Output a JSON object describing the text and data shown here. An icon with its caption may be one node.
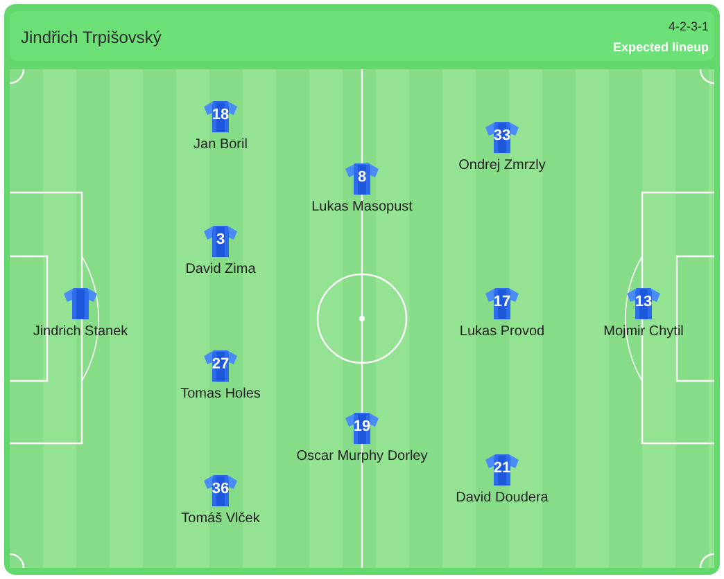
{
  "diagram": {
    "nodes": [
      {
        "text": [],
        "shape": "shirt",
        "beside": [
          "Jindrich Stanek"
        ]
      },
      {
        "text": [
          "18"
        ],
        "beside": [
          "Jan Boril"
        ]
      },
      {
        "text": [
          "3"
        ],
        "beside": [
          "David Zima"
        ]
      },
      {
        "text": [
          "27"
        ],
        "beside": [
          "Tomas Holes"
        ]
      },
      {
        "text": [
          "36"
        ],
        "beside": [
          "Tomáš Vlček"
        ]
      },
      {
        "text": [
          "8"
        ],
        "beside": [
          "Lukas Masopust"
        ]
      },
      {
        "text": [
          "19"
        ],
        "beside": [
          "Oscar Murphy Dorley"
        ]
      },
      {
        "text": [
          "33"
        ],
        "beside": [
          "Ondrej Zmrzly"
        ]
      },
      {
        "text": [
          "17"
        ],
        "beside": [
          "Lukas Provod"
        ]
      },
      {
        "text": [
          "21"
        ],
        "beside": [
          "David Doudera"
        ]
      },
      {
        "text": [
          "13"
        ],
        "beside": [
          "Mojmir Chytil"
        ]
      }
    ],
    "labels": [
      "Jindřich Trpišovský",
      "4-2-3-1",
      "Expected lineup"
    ]
  }
}
